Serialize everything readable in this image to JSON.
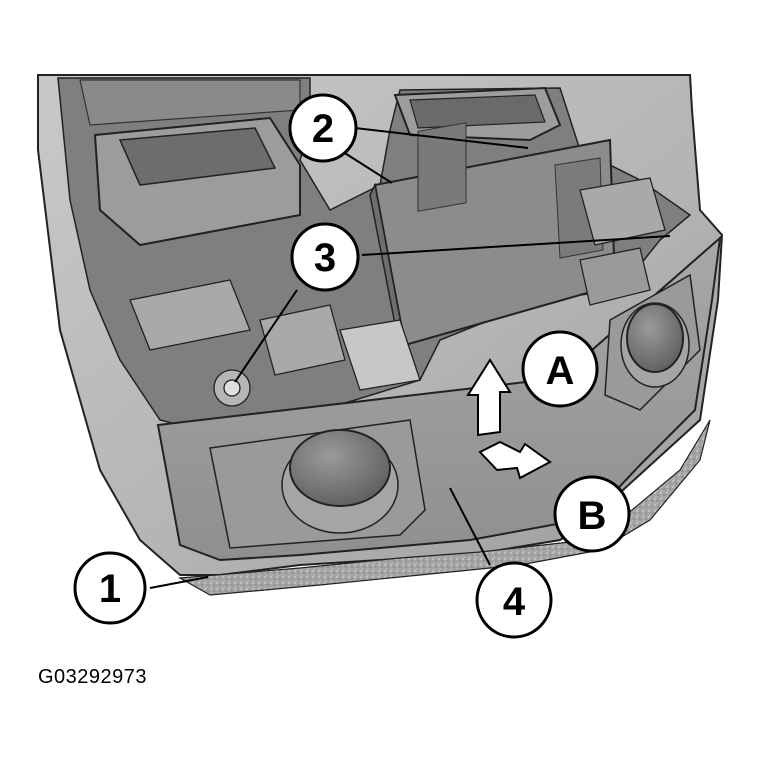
{
  "figure": {
    "code": "G03292973",
    "callouts": {
      "c1": "1",
      "c2": "2",
      "c3": "3",
      "c4": "4",
      "cA": "A",
      "cB": "B"
    }
  }
}
